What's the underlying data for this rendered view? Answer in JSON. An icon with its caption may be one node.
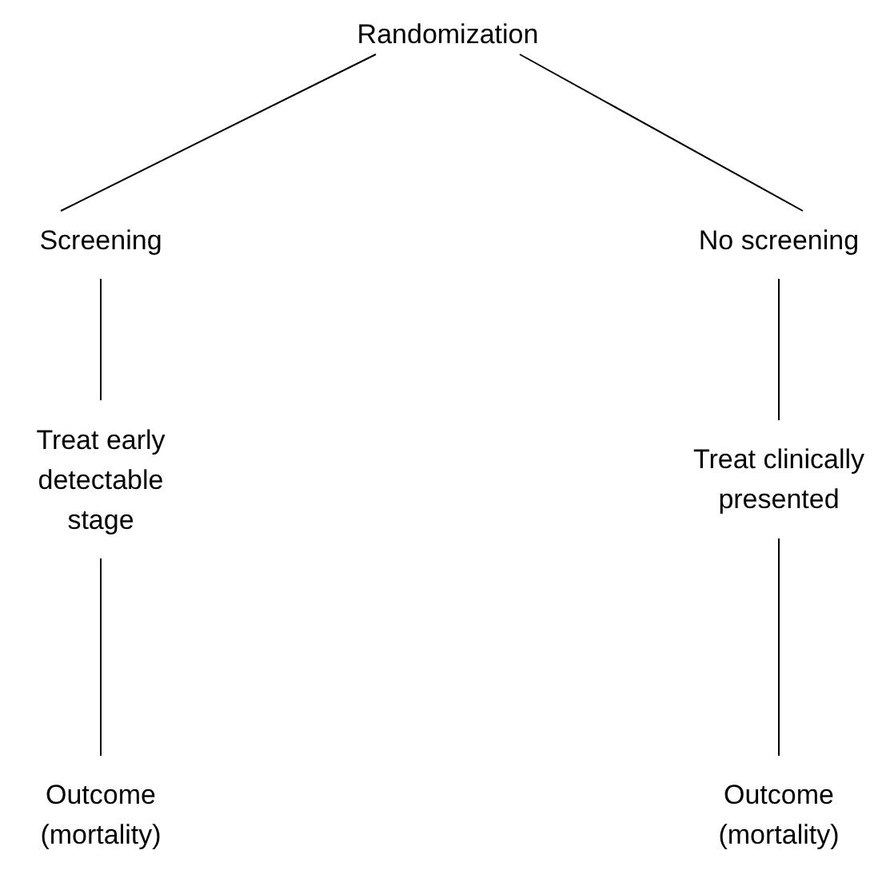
{
  "diagram": {
    "nodes": [
      {
        "text": [
          "Randomization"
        ]
      },
      {
        "text": [
          "Screening"
        ]
      },
      {
        "text": [
          "No screening"
        ]
      },
      {
        "text": [
          "Treat early detectable stage"
        ]
      },
      {
        "text": [
          "Treat clinically presented"
        ]
      },
      {
        "text": [
          "Outcome (mortality)"
        ]
      },
      {
        "text": [
          "Outcome (mortality)"
        ]
      }
    ],
    "edges": [
      {
        "from": 0,
        "to": 1,
        "arrow": "none"
      },
      {
        "from": 0,
        "to": 2,
        "arrow": "none"
      },
      {
        "from": 1,
        "to": 3,
        "arrow": "none"
      },
      {
        "from": 2,
        "to": 4,
        "arrow": "none"
      },
      {
        "from": 3,
        "to": 5,
        "arrow": "none"
      },
      {
        "from": 4,
        "to": 6,
        "arrow": "none"
      }
    ]
  }
}
